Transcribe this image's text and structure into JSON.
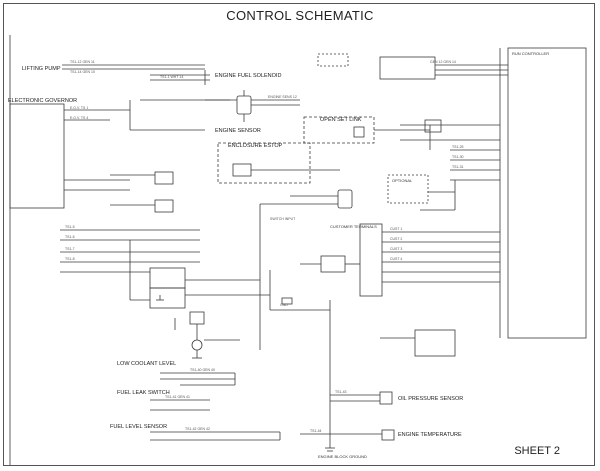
{
  "title": "CONTROL SCHEMATIC",
  "sheet": "SHEET 2",
  "labels": {
    "lifting_pump": "LIFTING PUMP",
    "electronic_governor": "ELECTRONIC GOVERNOR",
    "engine_fuel_solenoid": "ENGINE FUEL SOLENOID",
    "engine_sensor": "ENGINE SENSOR",
    "open_set_link": "OPEN SET LINK",
    "enclosure_estop": "ENCLOSURE ESTOP",
    "optional": "OPTIONAL",
    "low_coolant_level": "LOW COOLANT LEVEL",
    "fuel_leak_switch": "FUEL LEAK SWITCH",
    "fuel_level_sensor": "FUEL LEVEL SENSOR",
    "oil_pressure_sensor": "OIL PRESSURE SENSOR",
    "engine_temperature": "ENGINE TEMPERATURE",
    "engine_block_ground": "ENGINE BLOCK GROUND",
    "customer_terminals": "CUSTOMER TERMINALS",
    "run_controller": "RUN CONTROLLER"
  },
  "colors": {
    "line": "#3a3a3a",
    "background": "#ffffff"
  }
}
